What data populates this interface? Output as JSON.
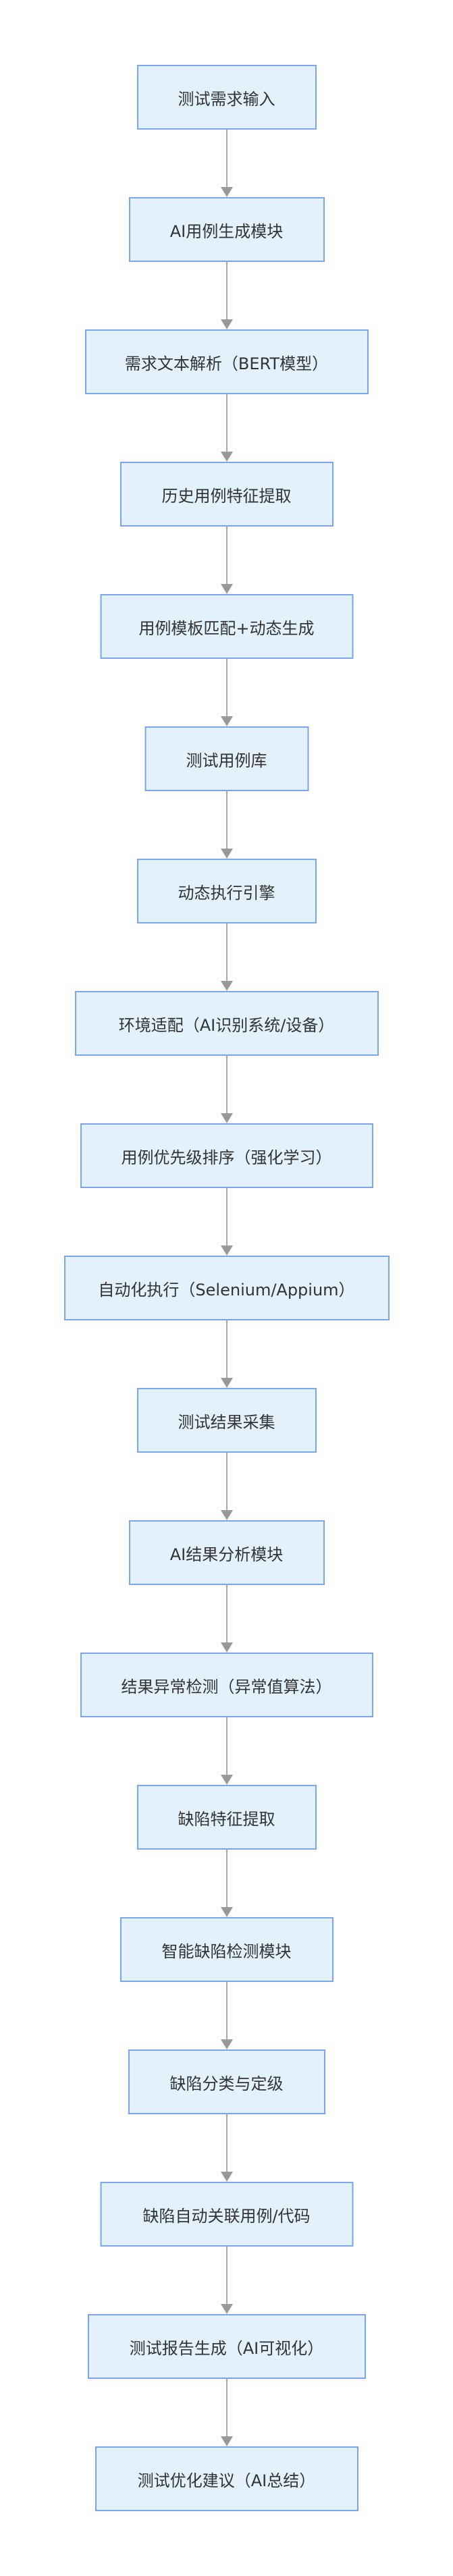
{
  "diagram": {
    "type": "flowchart",
    "direction": "top-down",
    "colors": {
      "node_fill": "#e2f1fc",
      "node_border": "#7aa5f3",
      "connector": "#ababab",
      "arrowhead": "#999999",
      "text": "#333333",
      "background": "#ffffff"
    },
    "nodes": [
      {
        "id": 1,
        "label": "测试需求输入"
      },
      {
        "id": 2,
        "label": "AI用例生成模块"
      },
      {
        "id": 3,
        "label": "需求文本解析（BERT模型）"
      },
      {
        "id": 4,
        "label": "历史用例特征提取"
      },
      {
        "id": 5,
        "label": "用例模板匹配+动态生成"
      },
      {
        "id": 6,
        "label": "测试用例库"
      },
      {
        "id": 7,
        "label": "动态执行引擎"
      },
      {
        "id": 8,
        "label": "环境适配（AI识别系统/设备）"
      },
      {
        "id": 9,
        "label": "用例优先级排序（强化学习）"
      },
      {
        "id": 10,
        "label": "自动化执行（Selenium/Appium）"
      },
      {
        "id": 11,
        "label": "测试结果采集"
      },
      {
        "id": 12,
        "label": "AI结果分析模块"
      },
      {
        "id": 13,
        "label": "结果异常检测（异常值算法）"
      },
      {
        "id": 14,
        "label": "缺陷特征提取"
      },
      {
        "id": 15,
        "label": "智能缺陷检测模块"
      },
      {
        "id": 16,
        "label": "缺陷分类与定级"
      },
      {
        "id": 17,
        "label": "缺陷自动关联用例/代码"
      },
      {
        "id": 18,
        "label": "测试报告生成（AI可视化）"
      },
      {
        "id": 19,
        "label": "测试优化建议（AI总结）"
      }
    ],
    "edges": [
      {
        "from": 1,
        "to": 2
      },
      {
        "from": 2,
        "to": 3
      },
      {
        "from": 3,
        "to": 4
      },
      {
        "from": 4,
        "to": 5
      },
      {
        "from": 5,
        "to": 6
      },
      {
        "from": 6,
        "to": 7
      },
      {
        "from": 7,
        "to": 8
      },
      {
        "from": 8,
        "to": 9
      },
      {
        "from": 9,
        "to": 10
      },
      {
        "from": 10,
        "to": 11
      },
      {
        "from": 11,
        "to": 12
      },
      {
        "from": 12,
        "to": 13
      },
      {
        "from": 13,
        "to": 14
      },
      {
        "from": 14,
        "to": 15
      },
      {
        "from": 15,
        "to": 16
      },
      {
        "from": 16,
        "to": 17
      },
      {
        "from": 17,
        "to": 18
      },
      {
        "from": 18,
        "to": 19
      }
    ]
  }
}
